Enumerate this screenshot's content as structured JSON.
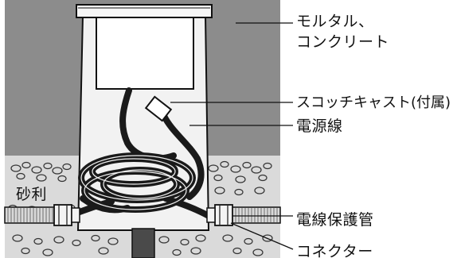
{
  "labels": {
    "mortar_line1": "モルタル、",
    "mortar_line2": "コンクリート",
    "scotchcast": "スコッチキャスト(付属)",
    "power_cable": "電源線",
    "gravel": "砂利",
    "conduit": "電線保護管",
    "connector": "コネクター"
  },
  "colors": {
    "mortar": "#8c8c8c",
    "gravel_bg": "#dadada",
    "housing": "#f2f2f2",
    "outline": "#111111",
    "cable": "#1a1a1a",
    "conduit": "#d9d9d9"
  }
}
